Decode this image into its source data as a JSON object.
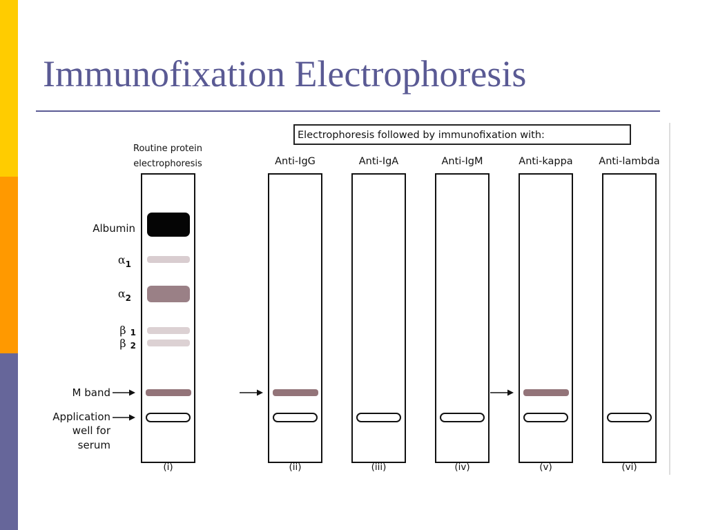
{
  "slide": {
    "title": "Immunofixation Electrophoresis",
    "accent_colors": [
      "#FFCC00",
      "#FF9900",
      "#66669A"
    ]
  },
  "diagram": {
    "header_box": "Electrophoresis followed by immunofixation with:",
    "routine_label_lines": [
      "Routine protein",
      "electrophoresis"
    ],
    "columns": [
      {
        "id": "i",
        "label": "",
        "numeral": "(i)",
        "m_band": true,
        "arrow": false
      },
      {
        "id": "ii",
        "label": "Anti-IgG",
        "numeral": "(ii)",
        "m_band": true,
        "arrow": true
      },
      {
        "id": "iii",
        "label": "Anti-IgA",
        "numeral": "(iii)",
        "m_band": false,
        "arrow": false
      },
      {
        "id": "iv",
        "label": "Anti-IgM",
        "numeral": "(iv)",
        "m_band": false,
        "arrow": false
      },
      {
        "id": "v",
        "label": "Anti-kappa",
        "numeral": "(v)",
        "m_band": true,
        "arrow": true
      },
      {
        "id": "vi",
        "label": "Anti-lambda",
        "numeral": "(vi)",
        "m_band": false,
        "arrow": false
      }
    ],
    "band_labels": {
      "albumin": "Albumin",
      "alpha1": {
        "symbol": "α",
        "sub": "1"
      },
      "alpha2": {
        "symbol": "α",
        "sub": "2"
      },
      "beta1": {
        "symbol": "β",
        "sub": "1"
      },
      "beta2": {
        "symbol": "β",
        "sub": "2"
      },
      "m_band": "M band",
      "application_well_lines": [
        "Application",
        "well for",
        "serum"
      ]
    },
    "band_colors": {
      "albumin": "#050505",
      "alpha1": "#d9cdd0",
      "alpha2": "#9a8086",
      "beta": "#dcd1d3",
      "m_band": "#937479"
    }
  }
}
